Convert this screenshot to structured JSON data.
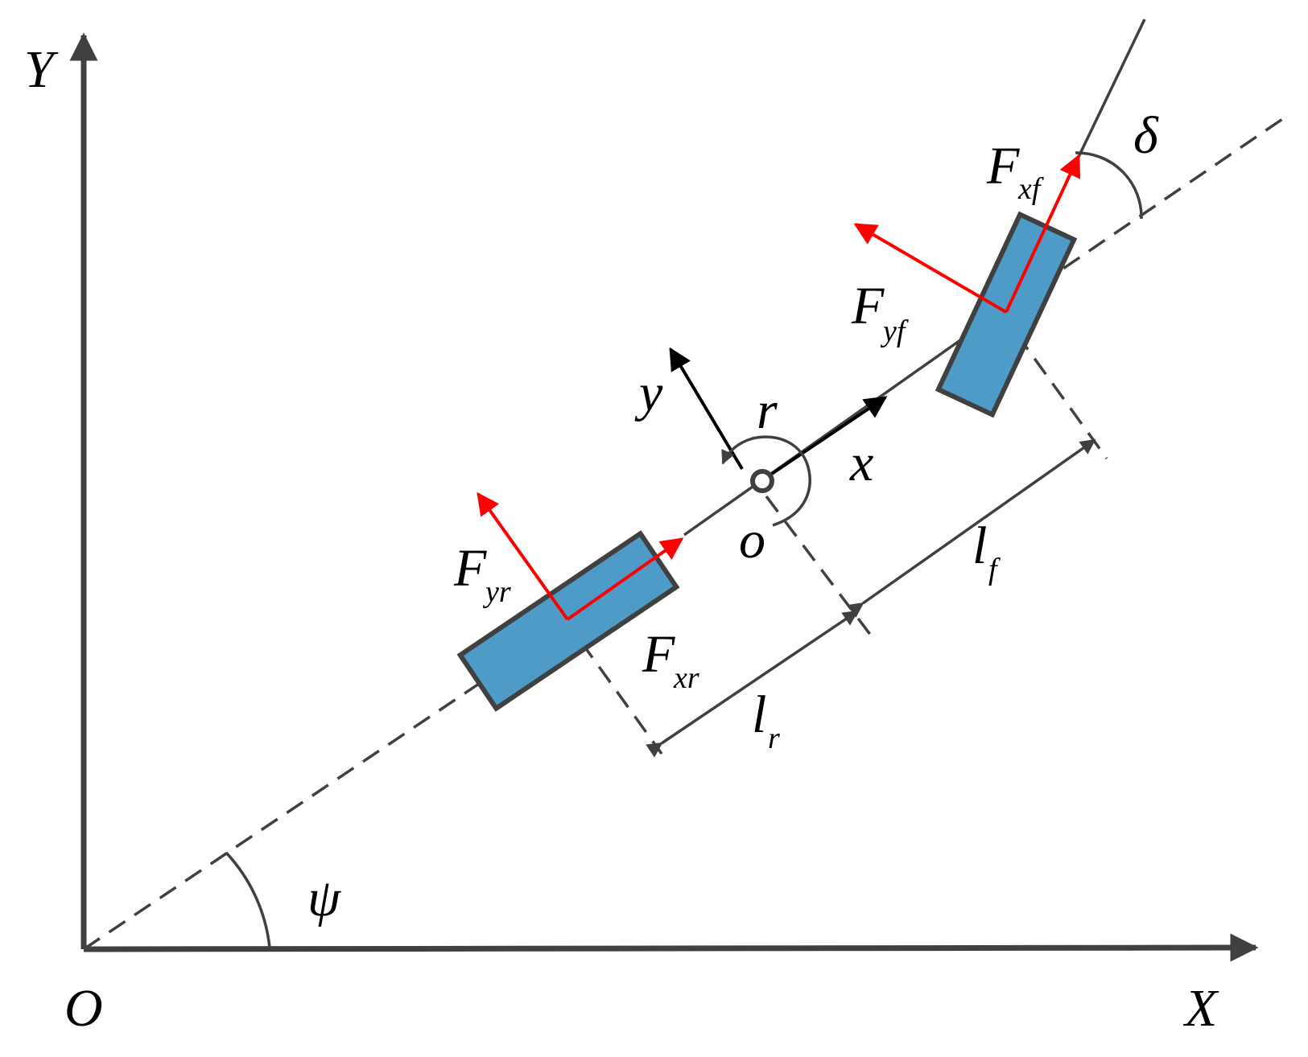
{
  "colors": {
    "axis": "#404040",
    "force": "#ff0000",
    "wheel_fill": "#4e9bc8",
    "body_frame": "#000000"
  },
  "labels": {
    "global_y": "Y",
    "global_x": "X",
    "origin": "O",
    "yaw_angle": "ψ",
    "steer_angle": "δ",
    "yaw_rate": "r",
    "cg": "o",
    "body_x": "x",
    "body_y": "y",
    "fxf_main": "F",
    "fxf_sub": "xf",
    "fyf_main": "F",
    "fyf_sub": "yf",
    "fxr_main": "F",
    "fxr_sub": "xr",
    "fyr_main": "F",
    "fyr_sub": "yr",
    "lf_main": "l",
    "lf_sub": "f",
    "lr_main": "l",
    "lr_sub": "r"
  }
}
